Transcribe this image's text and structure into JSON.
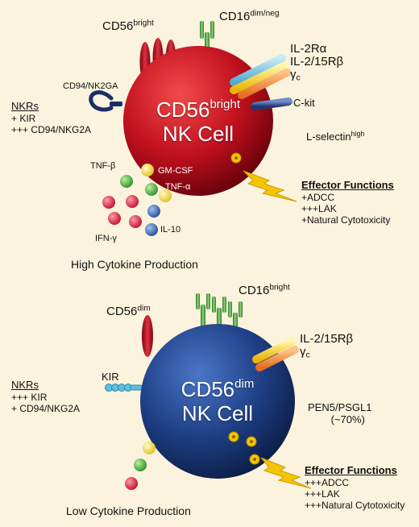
{
  "top": {
    "cell_line1": "CD56",
    "cell_line1_sup": "bright",
    "cell_line2": "NK Cell",
    "cd56": "CD56",
    "cd56_sup": "bright",
    "cd16": "CD16",
    "cd16_sup": "dim/neg",
    "cd94": "CD94/NK2GA",
    "il2ra": "IL-2Rα",
    "il215": "IL-2/15Rβ",
    "gamma": "γ",
    "gamma_sub": "c",
    "ckit": "C-kit",
    "lsel": "L-selectin",
    "lsel_sup": "high",
    "nkrs_title": "NKRs",
    "nkrs_1": "+ KIR",
    "nkrs_2": "+++ CD94/NKG2A",
    "tnfb": "TNF-β",
    "gmcsf": "GM-CSF",
    "tnfa": "TNF-α",
    "ifng": "IFN-γ",
    "il10": "IL-10",
    "effector_title": "Effector Functions",
    "effector_1": "+ADCC",
    "effector_2": "+++LAK",
    "effector_3": "+Natural Cytotoxicity",
    "caption": "High Cytokine Production"
  },
  "bottom": {
    "cell_line1": "CD56",
    "cell_line1_sup": "dim",
    "cell_line2": "NK Cell",
    "cd56": "CD56",
    "cd56_sup": "dim",
    "cd16": "CD16",
    "cd16_sup": "bright",
    "kir": "KIR",
    "il215": "IL-2/15Rβ",
    "gamma": "γ",
    "gamma_sub": "c",
    "pen5_1": "PEN5/PSGL1",
    "pen5_2": "(~70%)",
    "nkrs_title": "NKRs",
    "nkrs_1": "+++ KIR",
    "nkrs_2": "+ CD94/NKG2A",
    "effector_title": "Effector Functions",
    "effector_1": "+++ADCC",
    "effector_2": "+++LAK",
    "effector_3": "+++Natural Cytotoxicity",
    "caption": "Low Cytokine Production"
  },
  "colors": {
    "red_cell": "#c0101e",
    "blue_cell": "#1e3f85",
    "background": "#fbf3dd",
    "receptor_green": "#4fae4a",
    "receptor_red": "#b5121b",
    "lightning": "#f5c400"
  }
}
